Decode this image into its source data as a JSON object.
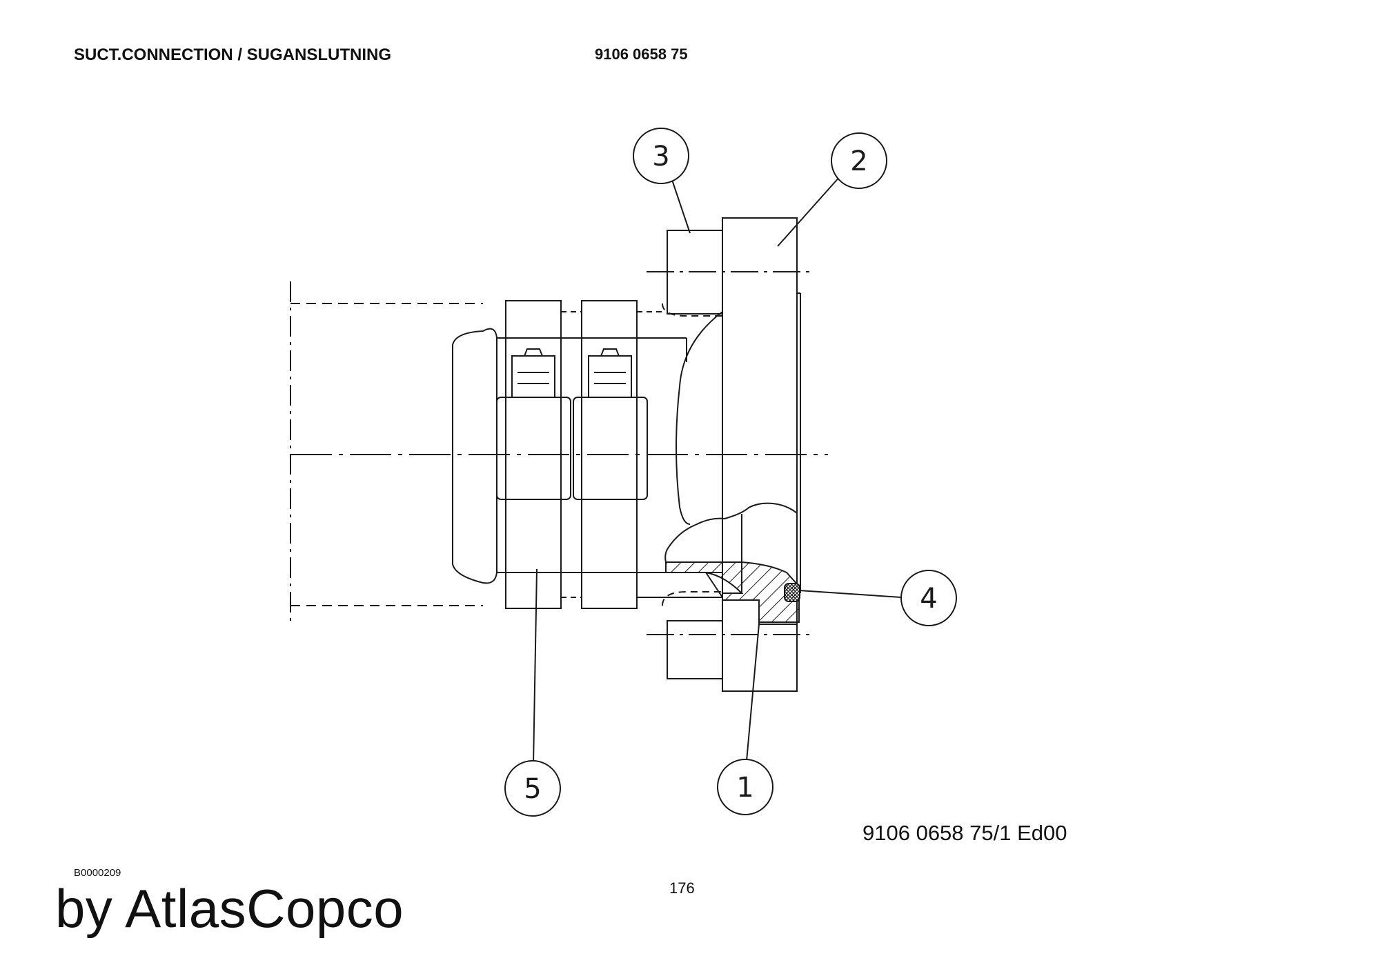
{
  "header": {
    "title": "SUCT.CONNECTION / SUGANSLUTNING",
    "part_number": "9106 0658 75"
  },
  "balloons": [
    {
      "id": "1",
      "label": "1"
    },
    {
      "id": "2",
      "label": "2"
    },
    {
      "id": "3",
      "label": "3"
    },
    {
      "id": "4",
      "label": "4"
    },
    {
      "id": "5",
      "label": "5"
    }
  ],
  "footer": {
    "drawing_reference": "9106 0658 75/1  Ed00",
    "document_id": "B0000209",
    "page_number": "176",
    "brand": "by AtlasCopco"
  },
  "colors": {
    "line": "#1a1a1a",
    "background": "#ffffff"
  }
}
